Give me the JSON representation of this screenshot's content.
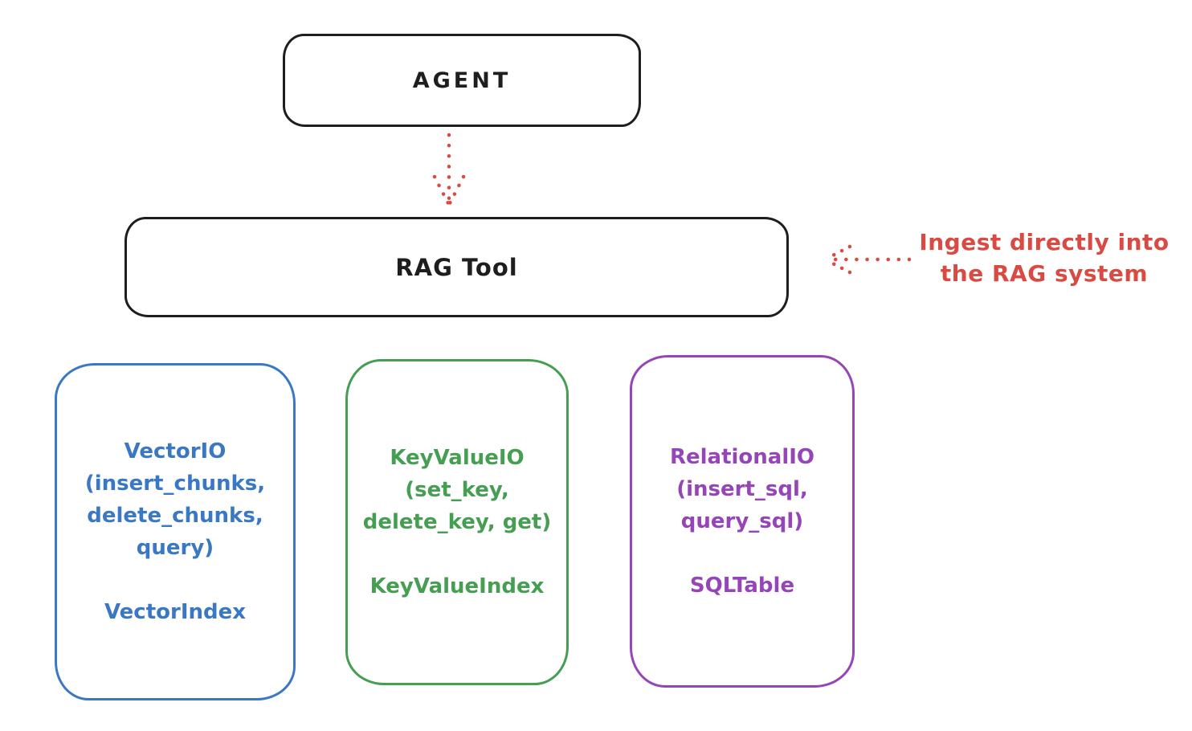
{
  "colors": {
    "ink": "#1e1e1e",
    "red": "#d84a42",
    "blue": "#3b78c3",
    "green": "#459e52",
    "purple": "#9645b8",
    "background": "#ffffff"
  },
  "nodes": {
    "agent": {
      "label": "AGENT"
    },
    "rag_tool": {
      "label": "RAG Tool"
    },
    "vector_io": {
      "lines": [
        "VectorIO",
        "(insert_chunks,",
        "delete_chunks,",
        "query)"
      ],
      "index": "VectorIndex"
    },
    "key_value_io": {
      "lines": [
        "KeyValueIO",
        "(set_key,",
        "delete_key, get)"
      ],
      "index": "KeyValueIndex"
    },
    "relational_io": {
      "lines": [
        "RelationalIO",
        "(insert_sql,",
        "query_sql)"
      ],
      "index": "SQLTable"
    }
  },
  "annotation": {
    "lines": [
      "Ingest directly into",
      "the RAG system"
    ]
  },
  "arrows": [
    {
      "name": "agent-to-rag-tool",
      "style": "dotted",
      "direction": "down",
      "color": "#d84a42"
    },
    {
      "name": "ingest-into-rag-tool",
      "style": "dotted",
      "direction": "left",
      "color": "#d84a42"
    }
  ]
}
